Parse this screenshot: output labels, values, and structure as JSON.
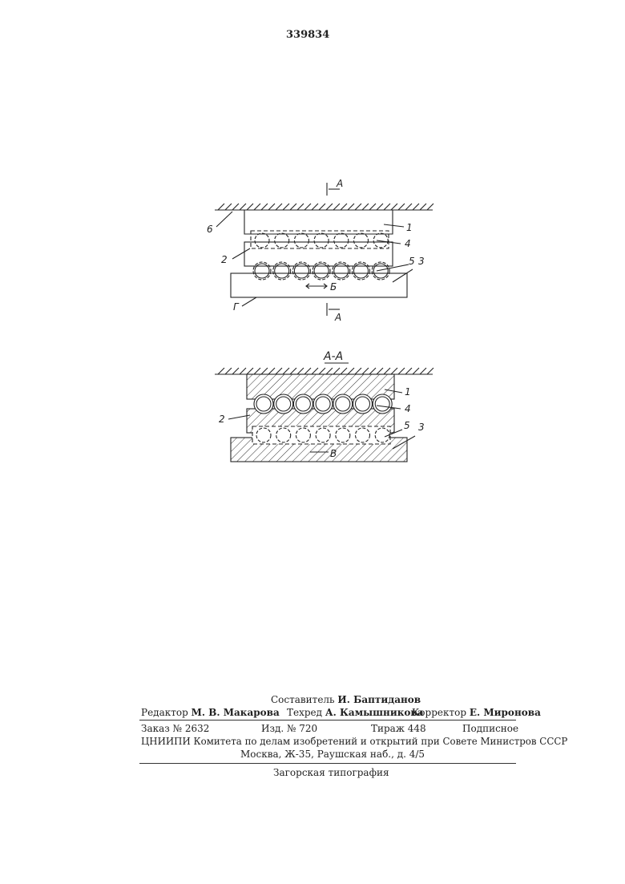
{
  "patent_number": "339834",
  "figure1": {
    "section_marks": [
      "А",
      "А"
    ],
    "labels": {
      "p1": "1",
      "p2": "2",
      "p3": "3",
      "p4": "4",
      "p5": "5",
      "p6": "6",
      "g": "Г",
      "b": "Б"
    }
  },
  "figure2": {
    "title": "А-А",
    "labels": {
      "p1": "1",
      "p2": "2",
      "p3": "3",
      "p4": "4",
      "p5": "5",
      "v": "В"
    }
  },
  "colophon": {
    "compiler_role": "Составитель",
    "compiler_name": "И. Баптиданов",
    "editor_role": "Редактор",
    "editor_name": "М. В. Макарова",
    "techred_role": "Техред",
    "techred_name": "А. Камышникова",
    "corrector_role": "Корректор",
    "corrector_name": "Е. Миронова",
    "order": "Заказ № 2632",
    "edition": "Изд. № 720",
    "print_run": "Тираж 448",
    "subscription": "Подписное",
    "org_line": "ЦНИИПИ Комитета по делам изобретений и открытий при Совете Министров СССР",
    "address": "Москва, Ж-35, Раушская наб., д. 4/5",
    "printer": "Загорская типография"
  }
}
